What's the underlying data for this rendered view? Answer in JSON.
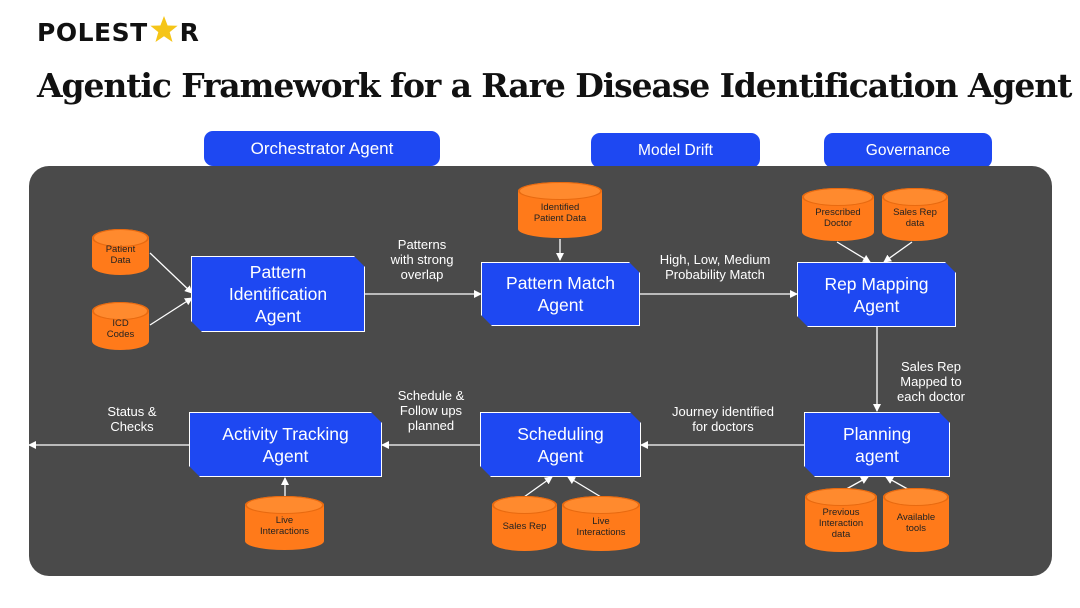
{
  "header": {
    "logo_left": "POLEST",
    "logo_right": "R",
    "title": "Agentic Framework for a Rare Disease Identification Agent"
  },
  "top_pills": {
    "orchestrator": "Orchestrator Agent",
    "model_drift": "Model Drift",
    "governance": "Governance"
  },
  "agents": {
    "pattern_identification": [
      "Pattern",
      "Identification",
      "Agent"
    ],
    "pattern_match": [
      "Pattern Match",
      "Agent"
    ],
    "rep_mapping": [
      "Rep Mapping",
      "Agent"
    ],
    "planning": [
      "Planning",
      "agent"
    ],
    "scheduling": [
      "Scheduling",
      "Agent"
    ],
    "activity_tracking": [
      "Activity Tracking",
      "Agent"
    ]
  },
  "data_sources": {
    "patient_data": [
      "Patient",
      "Data"
    ],
    "icd_codes": [
      "ICD",
      "Codes"
    ],
    "identified_patient_data": [
      "Identified",
      "Patient Data"
    ],
    "prescribed_doctor": [
      "Prescribed",
      "Doctor"
    ],
    "sales_rep_data": [
      "Sales Rep",
      "data"
    ],
    "previous_interaction_data": [
      "Previous",
      "Interaction",
      "data"
    ],
    "available_tools": [
      "Available",
      "tools"
    ],
    "sales_rep": [
      "Sales Rep"
    ],
    "live_interactions_scheduling": [
      "Live",
      "Interactions"
    ],
    "live_interactions_activity": [
      "Live",
      "Interactions"
    ]
  },
  "flow_labels": {
    "patterns_overlap": [
      "Patterns",
      "with strong",
      "overlap"
    ],
    "probability_match": [
      "High, Low, Medium",
      "Probability Match"
    ],
    "sales_rep_mapped": [
      "Sales Rep",
      "Mapped to",
      "each doctor"
    ],
    "journey_identified": [
      "Journey identified",
      "for doctors"
    ],
    "schedule_followups": [
      "Schedule &",
      "Follow ups",
      "planned"
    ],
    "status_checks": [
      "Status &",
      "Checks"
    ]
  },
  "colors": {
    "agent_blue": "#1e48f2",
    "database_orange": "#ff7a1a",
    "panel_gray": "#4a4a4a",
    "star_yellow": "#f5c518"
  }
}
